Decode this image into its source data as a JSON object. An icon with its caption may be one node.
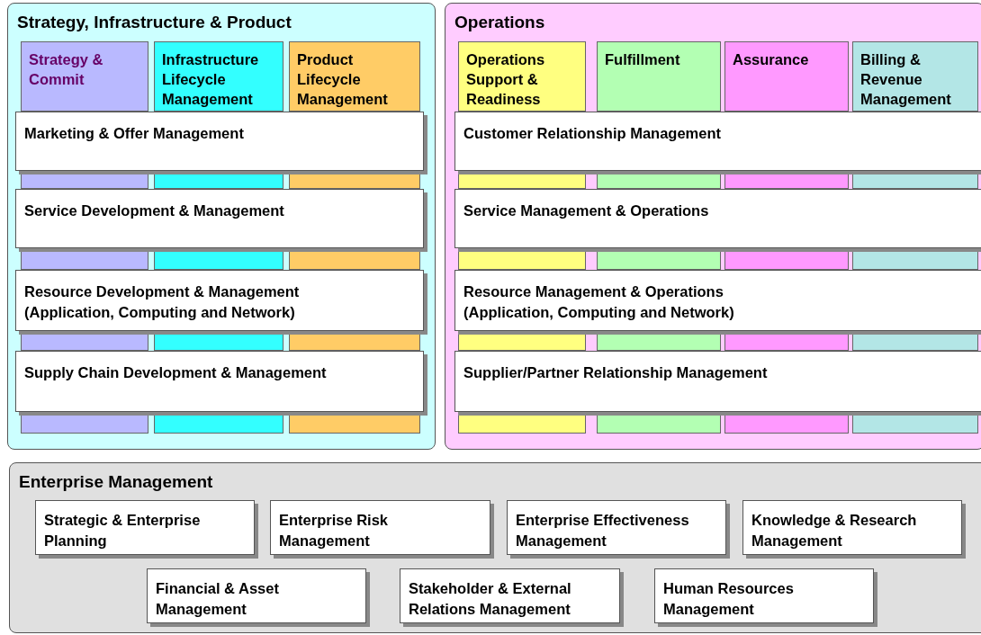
{
  "diagram": {
    "nodes": [
      {
        "text": [
          "Strategy, Infrastructure & Product"
        ]
      },
      {
        "text": [
          "Strategy & Commit"
        ],
        "in": 0
      },
      {
        "text": [
          "Infrastructure Lifecycle Management"
        ],
        "in": 0
      },
      {
        "text": [
          "Product Lifecycle Management"
        ],
        "in": 0
      },
      {
        "text": [
          "Marketing & Offer Management"
        ],
        "in": 0
      },
      {
        "text": [
          "Service Development & Management"
        ],
        "in": 0
      },
      {
        "text": [
          "Resource Development & Management (Application, Computing and Network)"
        ],
        "in": 0
      },
      {
        "text": [
          "Supply Chain Development & Management"
        ],
        "in": 0
      },
      {
        "text": [
          "Operations"
        ]
      },
      {
        "text": [
          "Operations Support & Readiness"
        ],
        "in": 8
      },
      {
        "text": [
          "Fulfillment"
        ],
        "in": 8
      },
      {
        "text": [
          "Assurance"
        ],
        "in": 8
      },
      {
        "text": [
          "Billing & Revenue Management"
        ],
        "in": 8
      },
      {
        "text": [
          "Customer Relationship Management"
        ],
        "in": 8
      },
      {
        "text": [
          "Service Management & Operations"
        ],
        "in": 8
      },
      {
        "text": [
          "Resource Management & Operations (Application, Computing and Network)"
        ],
        "in": 8
      },
      {
        "text": [
          "Supplier/Partner Relationship Management"
        ],
        "in": 8
      },
      {
        "text": [
          "Enterprise Management"
        ]
      },
      {
        "text": [
          "Strategic & Enterprise Planning"
        ],
        "in": 17
      },
      {
        "text": [
          "Enterprise Risk Management"
        ],
        "in": 17
      },
      {
        "text": [
          "Enterprise Effectiveness Management"
        ],
        "in": 17
      },
      {
        "text": [
          "Knowledge & Research Management"
        ],
        "in": 17
      },
      {
        "text": [
          "Financial & Asset Management"
        ],
        "in": 17
      },
      {
        "text": [
          "Stakeholder & External Relations Management"
        ],
        "in": 17
      },
      {
        "text": [
          "Human Resources Management"
        ],
        "in": 17
      }
    ]
  }
}
